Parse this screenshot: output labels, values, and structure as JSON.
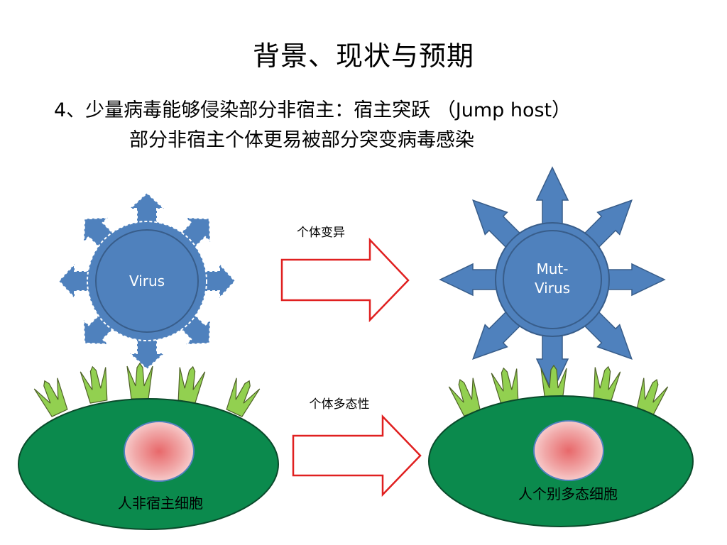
{
  "slide": {
    "title": "背景、现状与预期",
    "line1": "4、少量病毒能够侵染部分非宿主：宿主突跃 （Jump host）",
    "line2": "部分非宿主个体更易被部分突变病毒感染"
  },
  "diagram": {
    "virus_left_label": "Virus",
    "virus_right_label_line1": "Mut-",
    "virus_right_label_line2": "Virus",
    "arrow_top_label": "个体变异",
    "arrow_bottom_label": "个体多态性",
    "cell_left_label": "人非宿主细胞",
    "cell_right_label": "人个别多态细胞"
  },
  "colors": {
    "virus_fill": "#4f81bd",
    "virus_stroke": "#385d8a",
    "cell_fill": "#0b8a4d",
    "receptor_fill": "#92d050",
    "arrow_stroke": "#e02020",
    "nucleus": "#e88a8a"
  }
}
